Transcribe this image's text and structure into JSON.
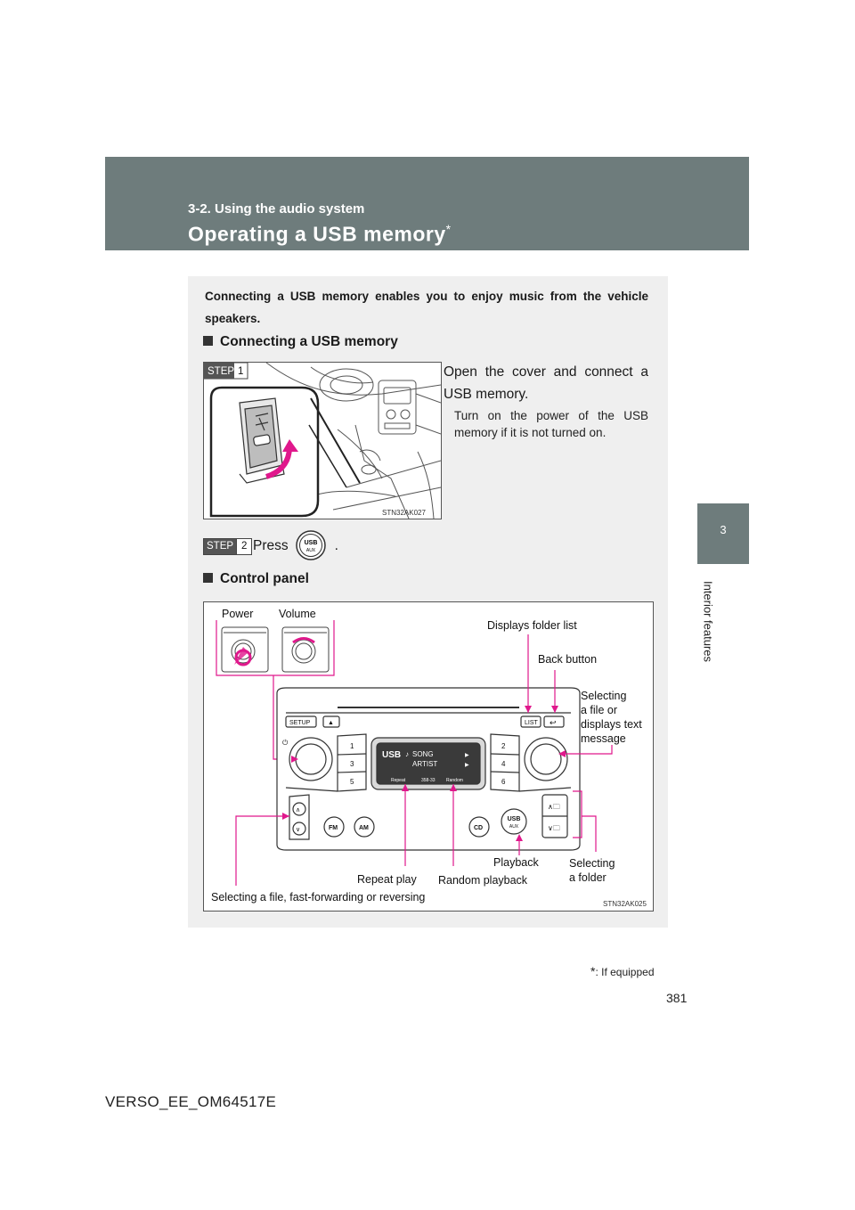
{
  "header": {
    "section": "3-2. Using the audio system",
    "title": "Operating a USB memory",
    "title_marker": "*"
  },
  "side_tab": {
    "chapter_number": "3",
    "chapter_label": "Interior features"
  },
  "intro": "Connecting a USB memory enables you to enjoy music from the vehicle speakers.",
  "section1": {
    "heading": "Connecting a USB memory",
    "step1": {
      "badge": "STEP",
      "number": "1",
      "instruction": "Open the cover and connect a USB memory.",
      "note": "Turn on the power of the USB memory if it is not turned on.",
      "figure_code": "STN32AK027"
    },
    "step2": {
      "badge": "STEP",
      "number": "2",
      "text_before": "Press",
      "text_after": ".",
      "button_label_top": "USB",
      "button_label_bottom": "AUX"
    }
  },
  "section2": {
    "heading": "Control panel",
    "figure_code": "STN32AK025",
    "labels": {
      "power": "Power",
      "volume": "Volume",
      "displays_folder_list": "Displays folder list",
      "back_button": "Back button",
      "selecting_file_text": [
        "Selecting",
        "a file or",
        "displays text",
        "message"
      ],
      "playback": "Playback",
      "selecting_folder": [
        "Selecting",
        "a folder"
      ],
      "repeat_play": "Repeat play",
      "random_playback": "Random playback",
      "selecting_ff_rev": "Selecting a file, fast-forwarding or reversing"
    },
    "panel": {
      "setup": "SETUP",
      "eject": "▲",
      "list": "LIST",
      "back": "↩",
      "preset_left": [
        "1",
        "3",
        "5"
      ],
      "preset_right": [
        "2",
        "4",
        "6"
      ],
      "display_usb": "USB",
      "display_song": "SONG",
      "display_artist": "ARTIST",
      "display_repeat": "Repeat",
      "display_time": "358-33",
      "display_random": "Random",
      "btn_fm": "FM",
      "btn_am": "AM",
      "btn_cd": "CD",
      "btn_usb": "USB",
      "btn_aux": "AUX"
    },
    "colors": {
      "callout": "#e0188c"
    }
  },
  "footnote": {
    "marker": "*",
    "text": ": If equipped"
  },
  "page_number": "381",
  "doc_code": "VERSO_EE_OM64517E"
}
